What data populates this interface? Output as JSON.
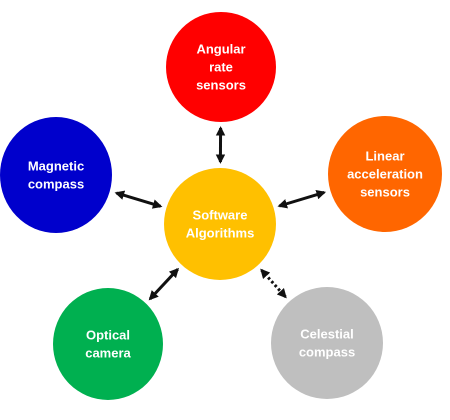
{
  "diagram": {
    "center": {
      "lines": [
        "Software",
        "Algorithms"
      ],
      "color": "#FFC000"
    },
    "nodes": [
      {
        "id": "angular-rate-sensors",
        "lines": [
          "Angular",
          "rate",
          "sensors"
        ],
        "color": "#FF0000",
        "link": "solid"
      },
      {
        "id": "linear-acceleration-sensors",
        "lines": [
          "Linear",
          "acceleration",
          "sensors"
        ],
        "color": "#FF6600",
        "link": "solid"
      },
      {
        "id": "celestial-compass",
        "lines": [
          "Celestial",
          "compass"
        ],
        "color": "#BFBFBF",
        "link": "dotted"
      },
      {
        "id": "optical-camera",
        "lines": [
          "Optical",
          "camera"
        ],
        "color": "#00B050",
        "link": "solid"
      },
      {
        "id": "magnetic-compass",
        "lines": [
          "Magnetic",
          "compass"
        ],
        "color": "#0000CC",
        "link": "solid"
      }
    ],
    "connector_color": "#111111"
  }
}
